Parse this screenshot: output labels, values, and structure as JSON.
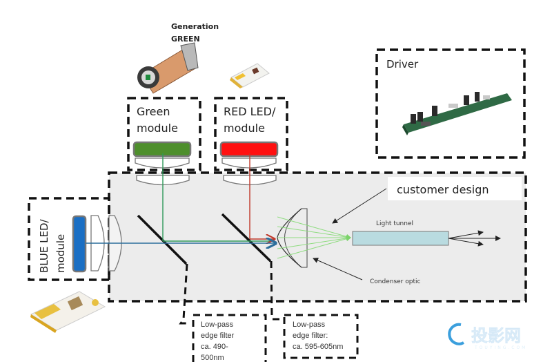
{
  "title": "LED projection light engine block diagram",
  "labels": {
    "generation_line1": "Generation",
    "generation_line2": "GREEN",
    "green_module_line1": "Green",
    "green_module_line2": "module",
    "red_module_line1": "RED LED/",
    "red_module_line2": "module",
    "blue_module_line1": "BLUE LED/",
    "blue_module_line2": "module",
    "driver": "Driver",
    "customer_design": "customer design",
    "light_tunnel": "Light tunnel",
    "condenser_optic": "Condenser optic",
    "filter1_line1": "Low-pass",
    "filter1_line2": "edge filter",
    "filter1_line3": "ca. 490-",
    "filter1_line4": "500nm",
    "filter2_line1": "Low-pass",
    "filter2_line2": "edge filter:",
    "filter2_line3": "ca. 595-605nm",
    "watermark_text": "投影网",
    "watermark_sub": "TOUYING.COM"
  },
  "colors": {
    "green_led": "#4e8f2c",
    "red_led": "#ff1010",
    "blue_led": "#1a6fc4",
    "green_beam": "#2f9a5a",
    "red_beam": "#c0392b",
    "blue_beam": "#2c6e9b",
    "light_tunnel": "#b9dbe0",
    "panel_bg": "#ececec",
    "watermark": "#1a8fd8"
  }
}
